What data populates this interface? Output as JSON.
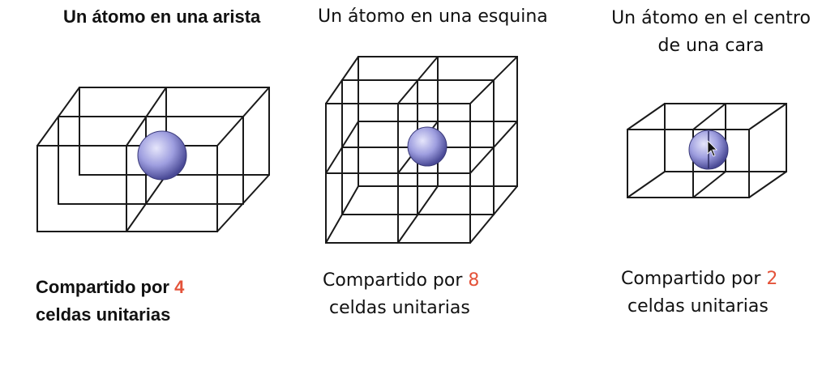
{
  "panels": [
    {
      "title": "Un átomo en una arista",
      "caption_prefix": "Compartido por ",
      "count": "4",
      "caption_suffix": "celdas unitarias"
    },
    {
      "title": "Un átomo en una esquina",
      "caption_prefix": "Compartido por ",
      "count": "8",
      "caption_suffix": "celdas unitarias"
    },
    {
      "title": "Un átomo en el centro de una cara",
      "caption_prefix": "Compartido por ",
      "count": "2",
      "caption_suffix": "celdas unitarias"
    }
  ],
  "colors": {
    "count": "#e4533a",
    "atom": "#8e8ed6",
    "line": "#1a1a1a"
  }
}
